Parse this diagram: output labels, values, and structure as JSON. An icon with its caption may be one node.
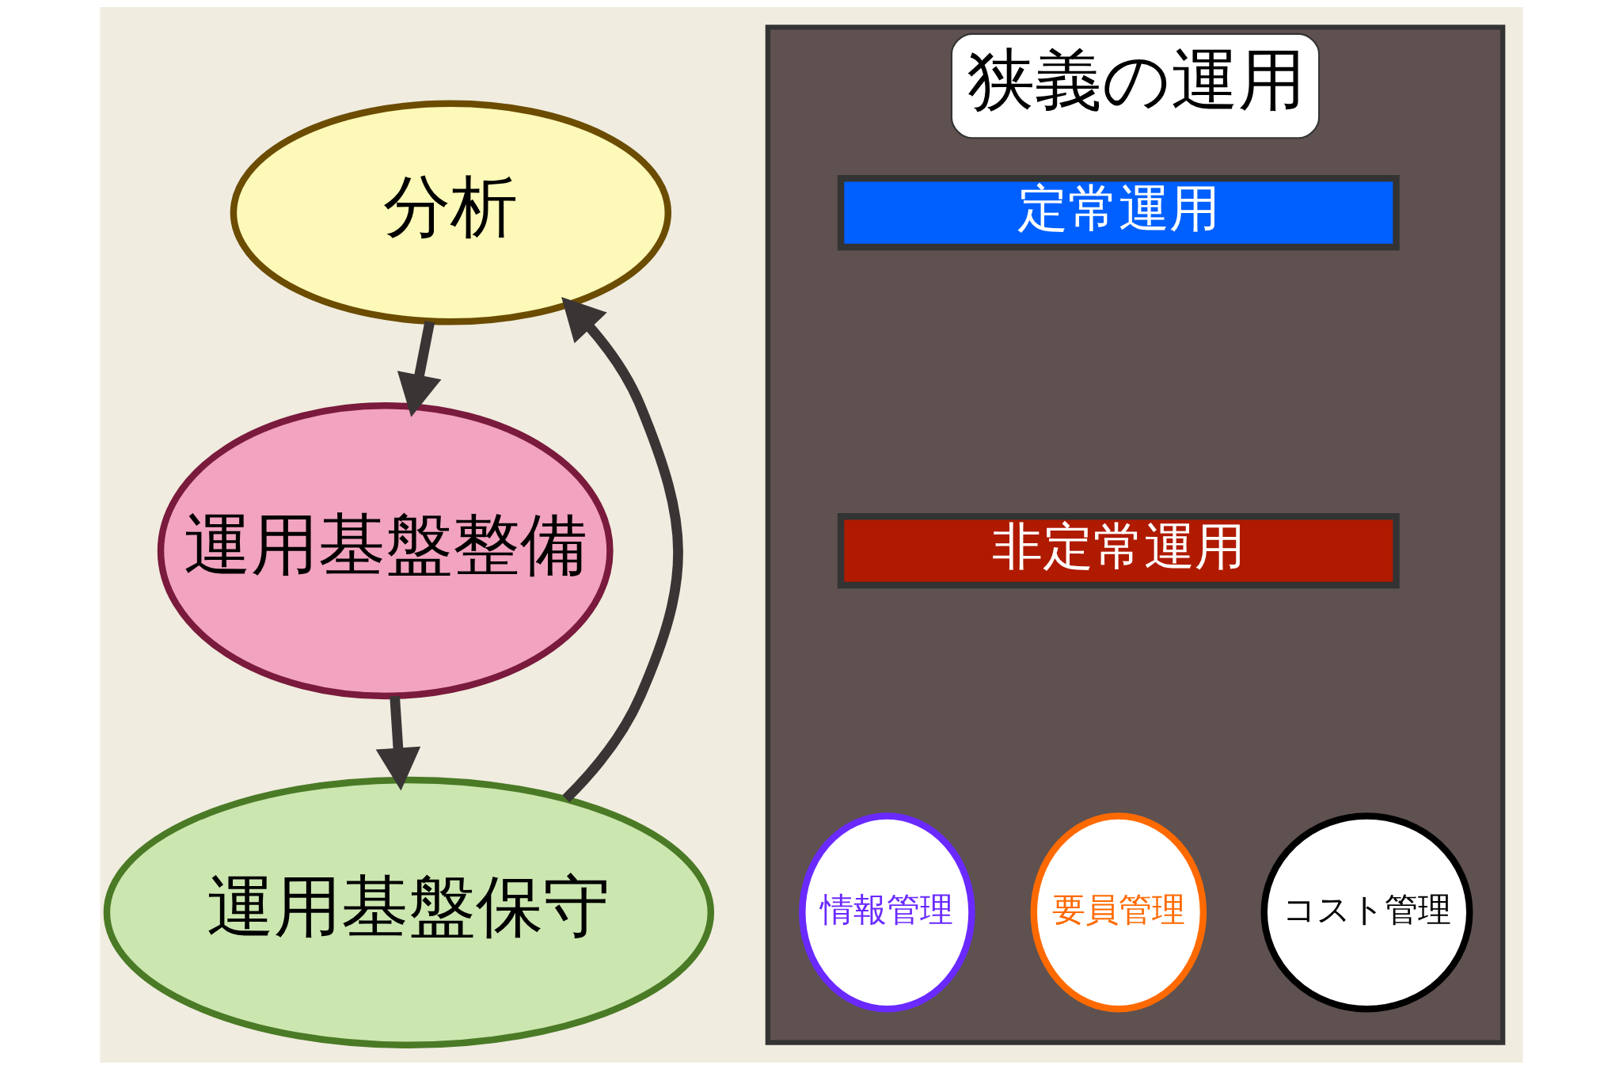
{
  "diagram": {
    "nodes": [
      {
        "text": [
          "分析"
        ]
      },
      {
        "text": [
          "運用基盤整備"
        ]
      },
      {
        "text": [
          "狭義の運用"
        ]
      },
      {
        "text": [
          "定常運用"
        ],
        "in": 2
      },
      {
        "text": [
          "非定常運用"
        ],
        "in": 2
      },
      {
        "text": [
          "情報管理"
        ],
        "in": 2
      },
      {
        "text": [
          "要員管理"
        ],
        "in": 2
      },
      {
        "text": [
          "コスト管理"
        ],
        "in": 2
      },
      {
        "text": [
          "運用基盤保守"
        ]
      }
    ],
    "edges": [
      {
        "from": 0,
        "to": 1,
        "arrow": "to"
      },
      {
        "from": 1,
        "to": 8,
        "arrow": "to"
      },
      {
        "from": 8,
        "to": 0,
        "arrow": "to"
      }
    ]
  }
}
